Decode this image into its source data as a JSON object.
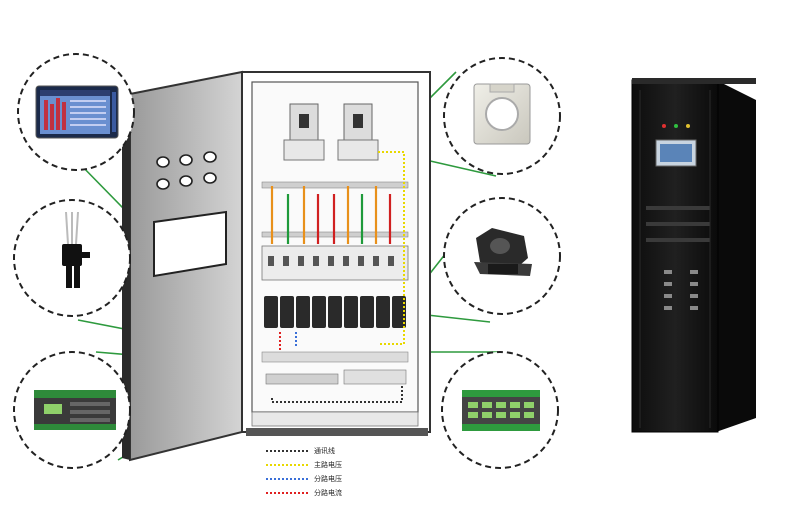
{
  "diagram": {
    "legend": [
      {
        "label": "通讯线",
        "color": "#333333"
      },
      {
        "label": "主路电压",
        "color": "#e8d800"
      },
      {
        "label": "分路电压",
        "color": "#3a6fd8"
      },
      {
        "label": "分路电流",
        "color": "#e02020"
      }
    ],
    "callouts": [
      {
        "name": "touch-screen-display",
        "side": "left"
      },
      {
        "name": "voltage-sensing-cable",
        "side": "left"
      },
      {
        "name": "din-rail-monitoring-module",
        "side": "left"
      },
      {
        "name": "main-current-transformer",
        "side": "right"
      },
      {
        "name": "split-core-current-sensor",
        "side": "right"
      },
      {
        "name": "multi-channel-io-module",
        "side": "right"
      }
    ],
    "colors": {
      "callout_line": "#2e9a3e",
      "callout_border": "#222222",
      "cabinet_stroke": "#333333",
      "wire_orange": "#e8901a",
      "wire_red": "#d02020",
      "wire_green": "#1e9a3a",
      "wire_black": "#222222",
      "ppd_cabinet": "#151515"
    }
  }
}
